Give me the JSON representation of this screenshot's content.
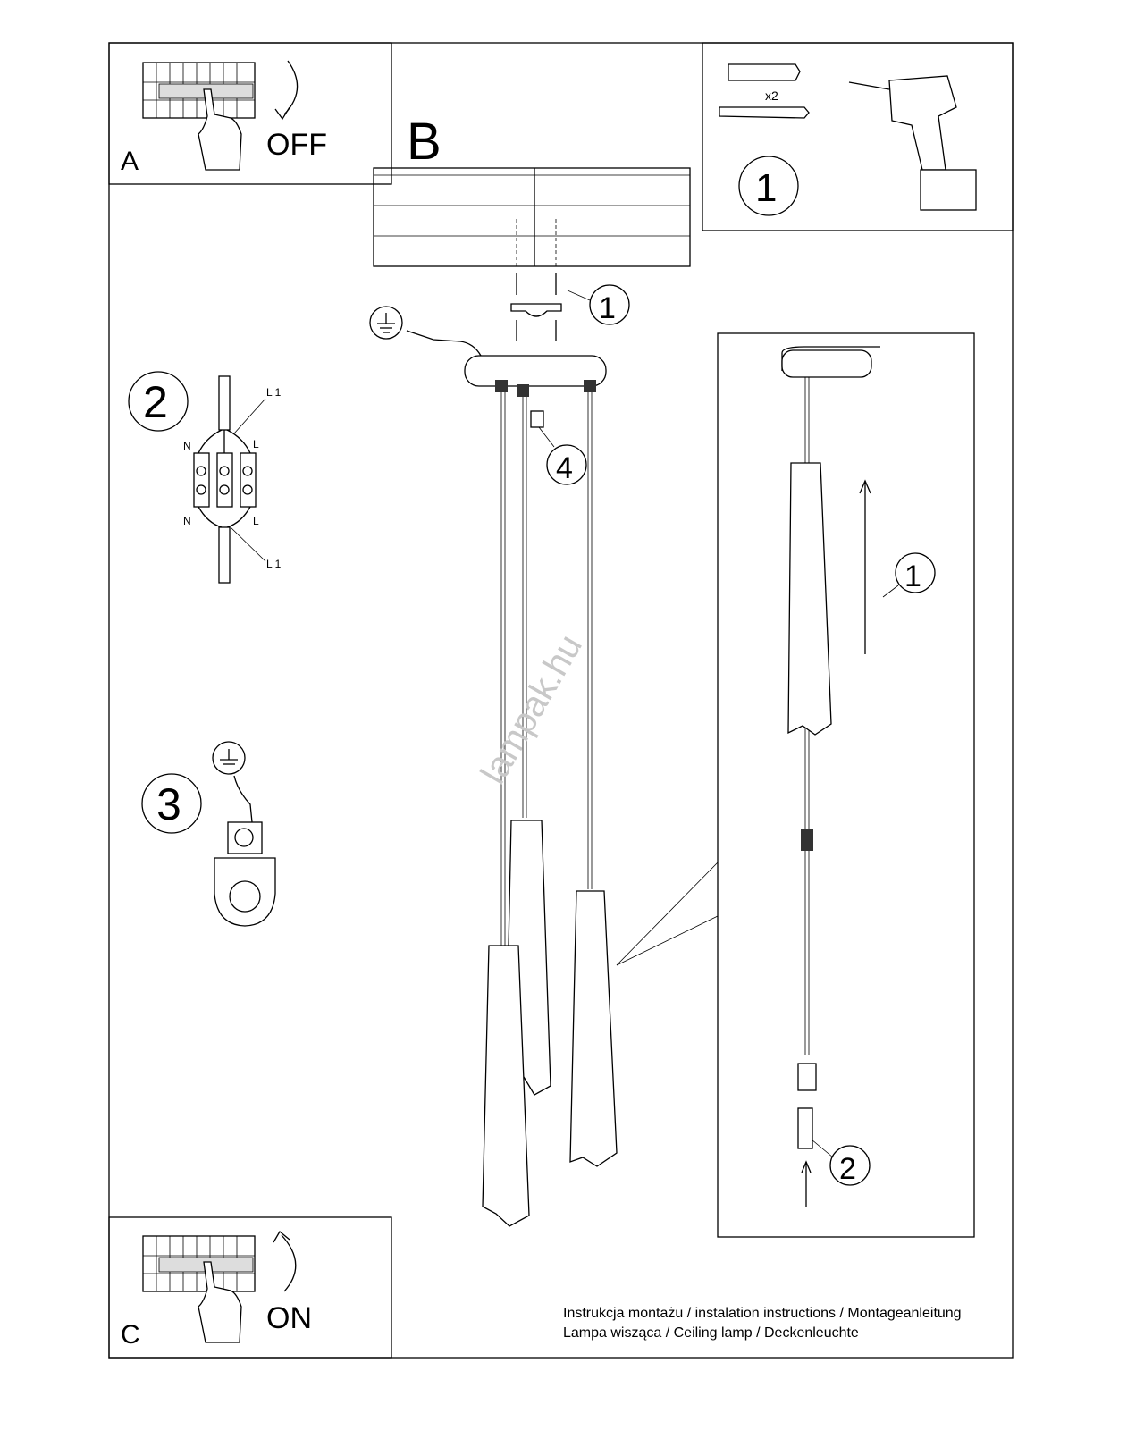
{
  "panels": {
    "a": {
      "letter": "A",
      "action": "OFF"
    },
    "b": {
      "letter": "B"
    },
    "c": {
      "letter": "C",
      "action": "ON"
    }
  },
  "tools": {
    "quantity": "x2",
    "step": "1"
  },
  "wiring": {
    "step": "2",
    "labels": {
      "l1_top": "L 1",
      "l1_bottom": "L 1",
      "n_top": "N",
      "n_bottom": "N",
      "l_top": "L",
      "l_bottom": "L"
    }
  },
  "ground": {
    "step": "3"
  },
  "main": {
    "bracket_step": "1",
    "screw_step": "4"
  },
  "detail": {
    "slide_step": "1",
    "connect_step": "2"
  },
  "watermark": "lampak.hu",
  "footer": {
    "line1": "Instrukcja montażu / instalation instructions / Montageanleitung",
    "line2": "Lampa wisząca / Ceiling lamp / Deckenleuchte"
  }
}
